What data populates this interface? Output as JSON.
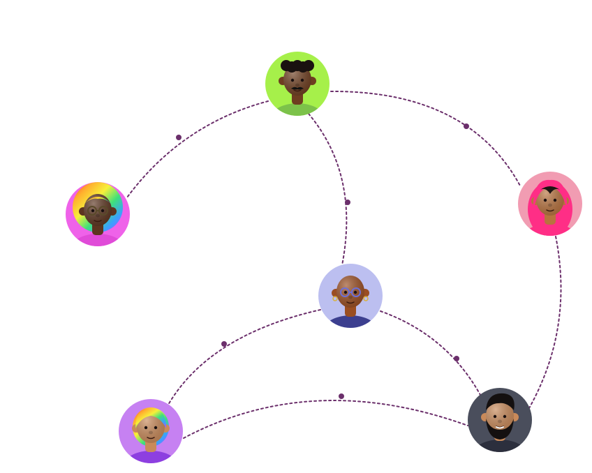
{
  "theme": {
    "connection_color": "#6b2f6b",
    "skin_dark": "#7a4526",
    "skin_medium": "#b5703f",
    "skin_light": "#c98a5a",
    "hair_dark": "#1d1513"
  },
  "avatars": [
    {
      "id": "mustache-man",
      "bg": "#a6f04a",
      "shirt": "#7cc24a",
      "skin": "#6e3e20",
      "hair": "#1a1210",
      "hair_style": "curly",
      "accessory": "mustache"
    },
    {
      "id": "rainbow-hair-woman",
      "bg": "#ef62e9",
      "shirt": "#e04bd8",
      "skin": "#5c3520",
      "hair": "rainbow",
      "hair_style": "afro",
      "accessory": "glasses"
    },
    {
      "id": "hijab-woman",
      "bg": "#f19cb2",
      "shirt": "#ff2e86",
      "skin": "#b8733f",
      "hair": "#1d1513",
      "hair_style": "hijab",
      "accessory": "none"
    },
    {
      "id": "bald-glasses-man",
      "bg": "#bcbff0",
      "shirt": "#3c3f8f",
      "skin": "#9a4e22",
      "hair": "none",
      "hair_style": "bald",
      "accessory": "glasses-earrings"
    },
    {
      "id": "rainbow-bob-woman",
      "bg": "#c681f2",
      "shirt": "#8d3fe0",
      "skin": "#c98a5a",
      "hair": "rainbow",
      "hair_style": "bob",
      "accessory": "none"
    },
    {
      "id": "bearded-man",
      "bg": "#4a4e5c",
      "shirt": "#2c2f3d",
      "skin": "#c98a5a",
      "hair": "#141010",
      "hair_style": "quiff",
      "accessory": "beard"
    }
  ],
  "connections": [
    {
      "from": "mustache-man",
      "to": "rainbow-hair-woman",
      "midpoint": true
    },
    {
      "from": "mustache-man",
      "to": "hijab-woman",
      "midpoint": true
    },
    {
      "from": "mustache-man",
      "to": "bald-glasses-man",
      "midpoint": true
    },
    {
      "from": "hijab-woman",
      "to": "bearded-man",
      "midpoint": false
    },
    {
      "from": "bald-glasses-man",
      "to": "rainbow-bob-woman",
      "midpoint": true
    },
    {
      "from": "bald-glasses-man",
      "to": "bearded-man",
      "midpoint": true
    },
    {
      "from": "rainbow-bob-woman",
      "to": "bearded-man",
      "midpoint": true
    }
  ]
}
